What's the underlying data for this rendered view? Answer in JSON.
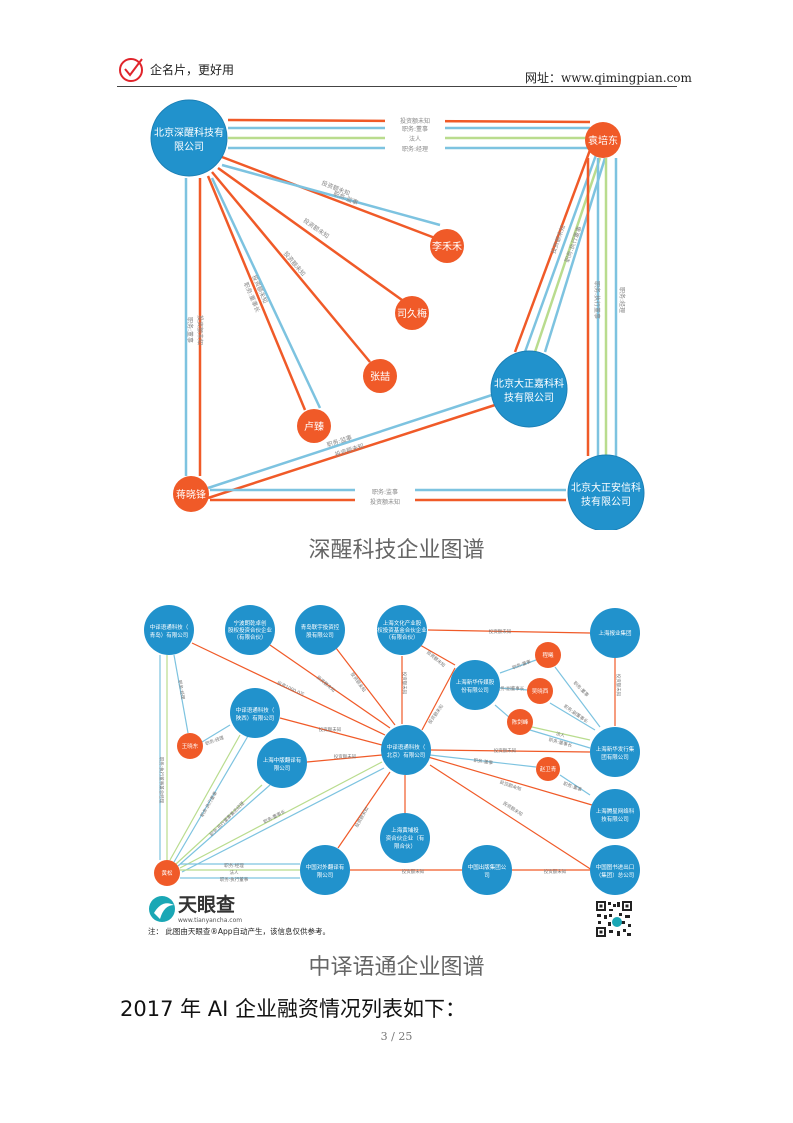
{
  "header": {
    "brand": "企名片，更好用",
    "site": "网址：www.qimingpian.com"
  },
  "graph1": {
    "caption": "深醒科技企业图谱",
    "nodes": {
      "shenxing": [
        "北京深醒科技有",
        "限公司"
      ],
      "yuan": "袁培东",
      "li": "李禾禾",
      "si": "司久梅",
      "zhang": "张喆",
      "lu": "卢臻",
      "jiang": "蒋晓锋",
      "zhengjia": [
        "北京大正嘉科科",
        "技有限公司"
      ],
      "anxin": [
        "北京大正安信科",
        "技有限公司"
      ]
    },
    "edges": {
      "invest": "投资额未知",
      "director": "职务:董事",
      "legal": "法人",
      "manager": "职务:经理",
      "supervisor": "职务:监事",
      "chairman": "职务:董事长",
      "exec": "职务:执行董事"
    }
  },
  "graph2": {
    "caption": "中译语通企业图谱",
    "nodes": {
      "qingdao": [
        "中译语通科技（",
        "青岛）有限公司"
      ],
      "ningbo": [
        "宁波朗乾卓创",
        "股权投资合伙企业",
        "（有限合伙）"
      ],
      "lianyu": [
        "青岛联宇投资控",
        "股有限公司"
      ],
      "shwenhua": [
        "上海文化产业股",
        "权投资基金合伙企业",
        "（有限合伙）"
      ],
      "baoye": "上海报业集团",
      "chengxi": "程曦",
      "xinhuachuanmei": [
        "上海新华传媒股",
        "份有限公司"
      ],
      "wuxiaoxi": "吴晓西",
      "chenjianfeng": "陈剑峰",
      "shaanxi": [
        "中译语通科技（",
        "陕西）有限公司"
      ],
      "wangxiaodong": "王晓东",
      "beijing": [
        "中译语通科技（",
        "北京）有限公司"
      ],
      "xinhuafaxing": [
        "上海新华发行集",
        "团有限公司"
      ],
      "zhongban": [
        "上海中版翻译有",
        "限公司"
      ],
      "zhaoweiqing": "赵卫青",
      "tengxing": [
        "上海腾星网络科",
        "技有限公司"
      ],
      "huangpu": [
        "上海黄埔投",
        "资合伙企业（有",
        "限合伙）"
      ],
      "huangsong": "黄松",
      "duiwai": [
        "中国对外翻译有",
        "限公司"
      ],
      "chuban": [
        "中国出版集团公",
        "司"
      ],
      "tushu": [
        "中国图书进出口",
        "（集团）总公司"
      ]
    },
    "edges": {
      "invest": "投资额未知",
      "invest1000": "投资1000.0万",
      "director": "职务:董事",
      "legal": "法人",
      "manager": "职务:经理",
      "exec": "职务:执行董事",
      "chairman": "职务:董事长",
      "vicechair": "职务:副董事长",
      "execmgr": "职务:执行董事兼总经理",
      "supervisor": "职务:监事"
    },
    "logo": {
      "name": "天眼查",
      "url": "www.tianyancha.com"
    },
    "note": "注： 此图由天眼查®App自动产生，该信息仅供参考。"
  },
  "intro": "2017 年 AI 企业融资情况列表如下：",
  "page_number": "3 / 25",
  "colors": {
    "company": "#2192cc",
    "person": "#f05a28",
    "invest_edge": "#f05a28",
    "role_edge": "#7dc3e0",
    "legal_edge": "#b9dc8e"
  }
}
